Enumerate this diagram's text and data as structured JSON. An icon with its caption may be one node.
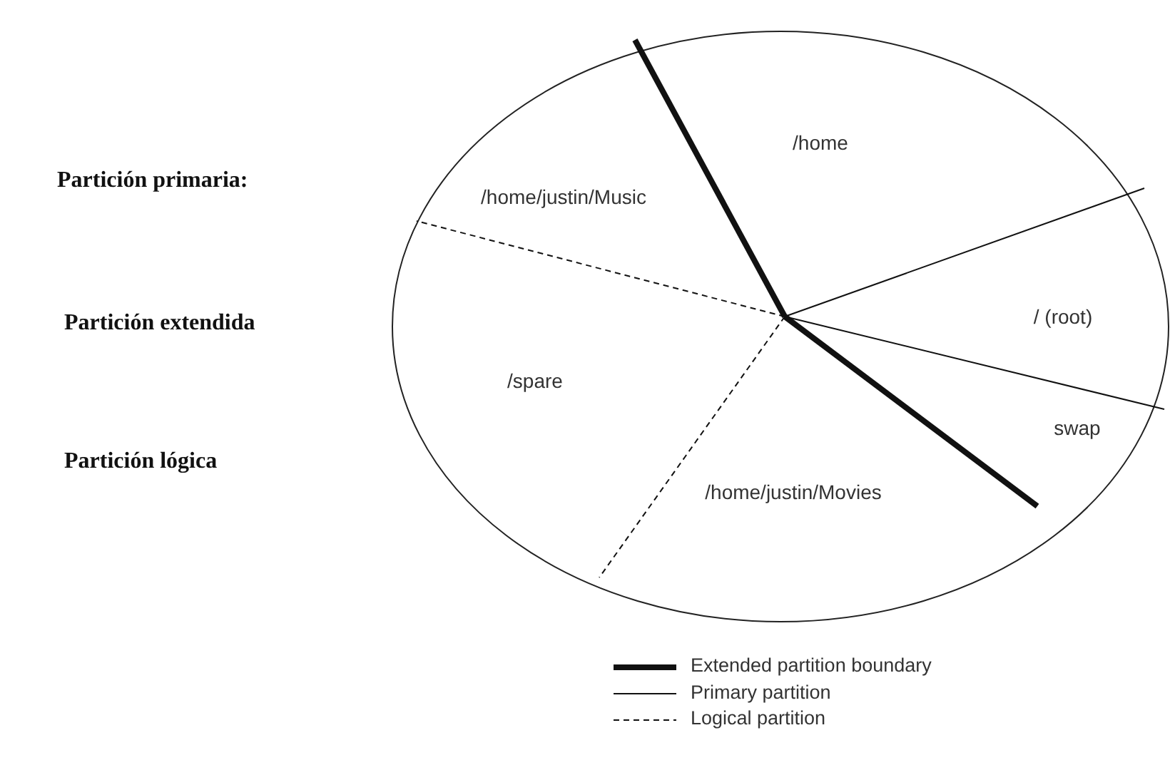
{
  "diagram": {
    "nodes": [
      {
        "text": [
          "/home"
        ]
      },
      {
        "text": [
          "/home/justin/Music"
        ]
      },
      {
        "text": [
          "/ (root)"
        ]
      },
      {
        "text": [
          "/spare"
        ]
      },
      {
        "text": [
          "swap"
        ]
      },
      {
        "text": [
          "/home/justin/Movies"
        ]
      }
    ],
    "labels": [
      "Partición primaria:",
      "Partición extendida",
      "Partición lógica"
    ],
    "legend": [
      {
        "text": "Extended partition boundary"
      },
      {
        "text": "Primary partition"
      },
      {
        "text": "Logical partition"
      }
    ]
  }
}
